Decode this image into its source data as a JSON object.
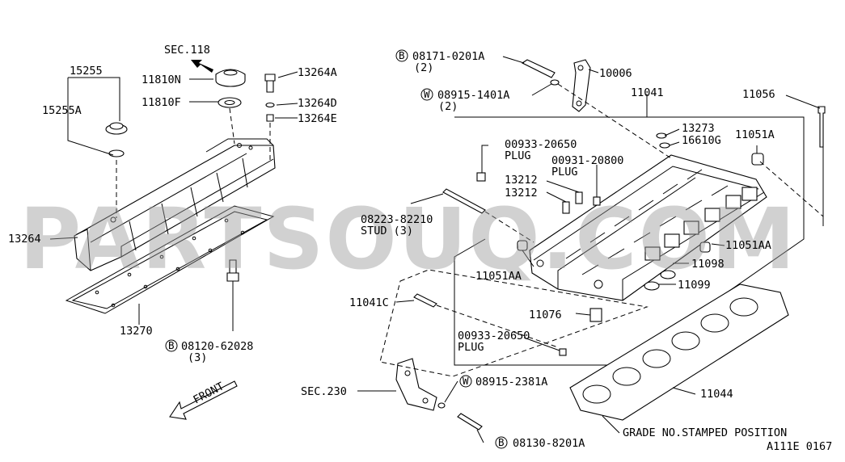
{
  "watermark": "PARTSOUQ.COM",
  "drawing_code": "A111E 0167",
  "front_label": "FRONT",
  "callouts": {
    "sec118": "SEC.118",
    "p15255": "15255",
    "p15255a": "15255A",
    "p11810n": "11810N",
    "p11810f": "11810F",
    "p13264a": "13264A",
    "p13264d": "13264D",
    "p13264e": "13264E",
    "p13264": "13264",
    "p13270": "13270",
    "b08120": "08120-62028",
    "b08120_qty": "(3)",
    "b08171": "08171-0201A",
    "b08171_qty": "(2)",
    "w08915_1401": "08915-1401A",
    "w08915_1401_qty": "(2)",
    "p10006": "10006",
    "p11041": "11041",
    "p11056": "11056",
    "p13273": "13273",
    "p16610g": "16610G",
    "p11051a": "11051A",
    "plug00933_top": "00933-20650",
    "plug_word_1": "PLUG",
    "plug00931": "00931-20800",
    "plug_word_2": "PLUG",
    "p13212_a": "13212",
    "p13212_b": "13212",
    "stud08223": "08223-82210",
    "stud_word": "STUD (3)",
    "p11051aa_r": "11051AA",
    "p11098": "11098",
    "p11051aa_l": "11051AA",
    "p11099": "11099",
    "p11041c": "11041C",
    "p11076": "11076",
    "plug00933_bot": "00933-20650",
    "plug_word_3": "PLUG",
    "sec230": "SEC.230",
    "w08915_2381": "08915-2381A",
    "p11044": "11044",
    "b08130": "08130-8201A",
    "grade_note": "GRADE NO.STAMPED POSITION"
  },
  "symbols": {
    "bolt_letter": "B",
    "washer_letter": "W"
  }
}
